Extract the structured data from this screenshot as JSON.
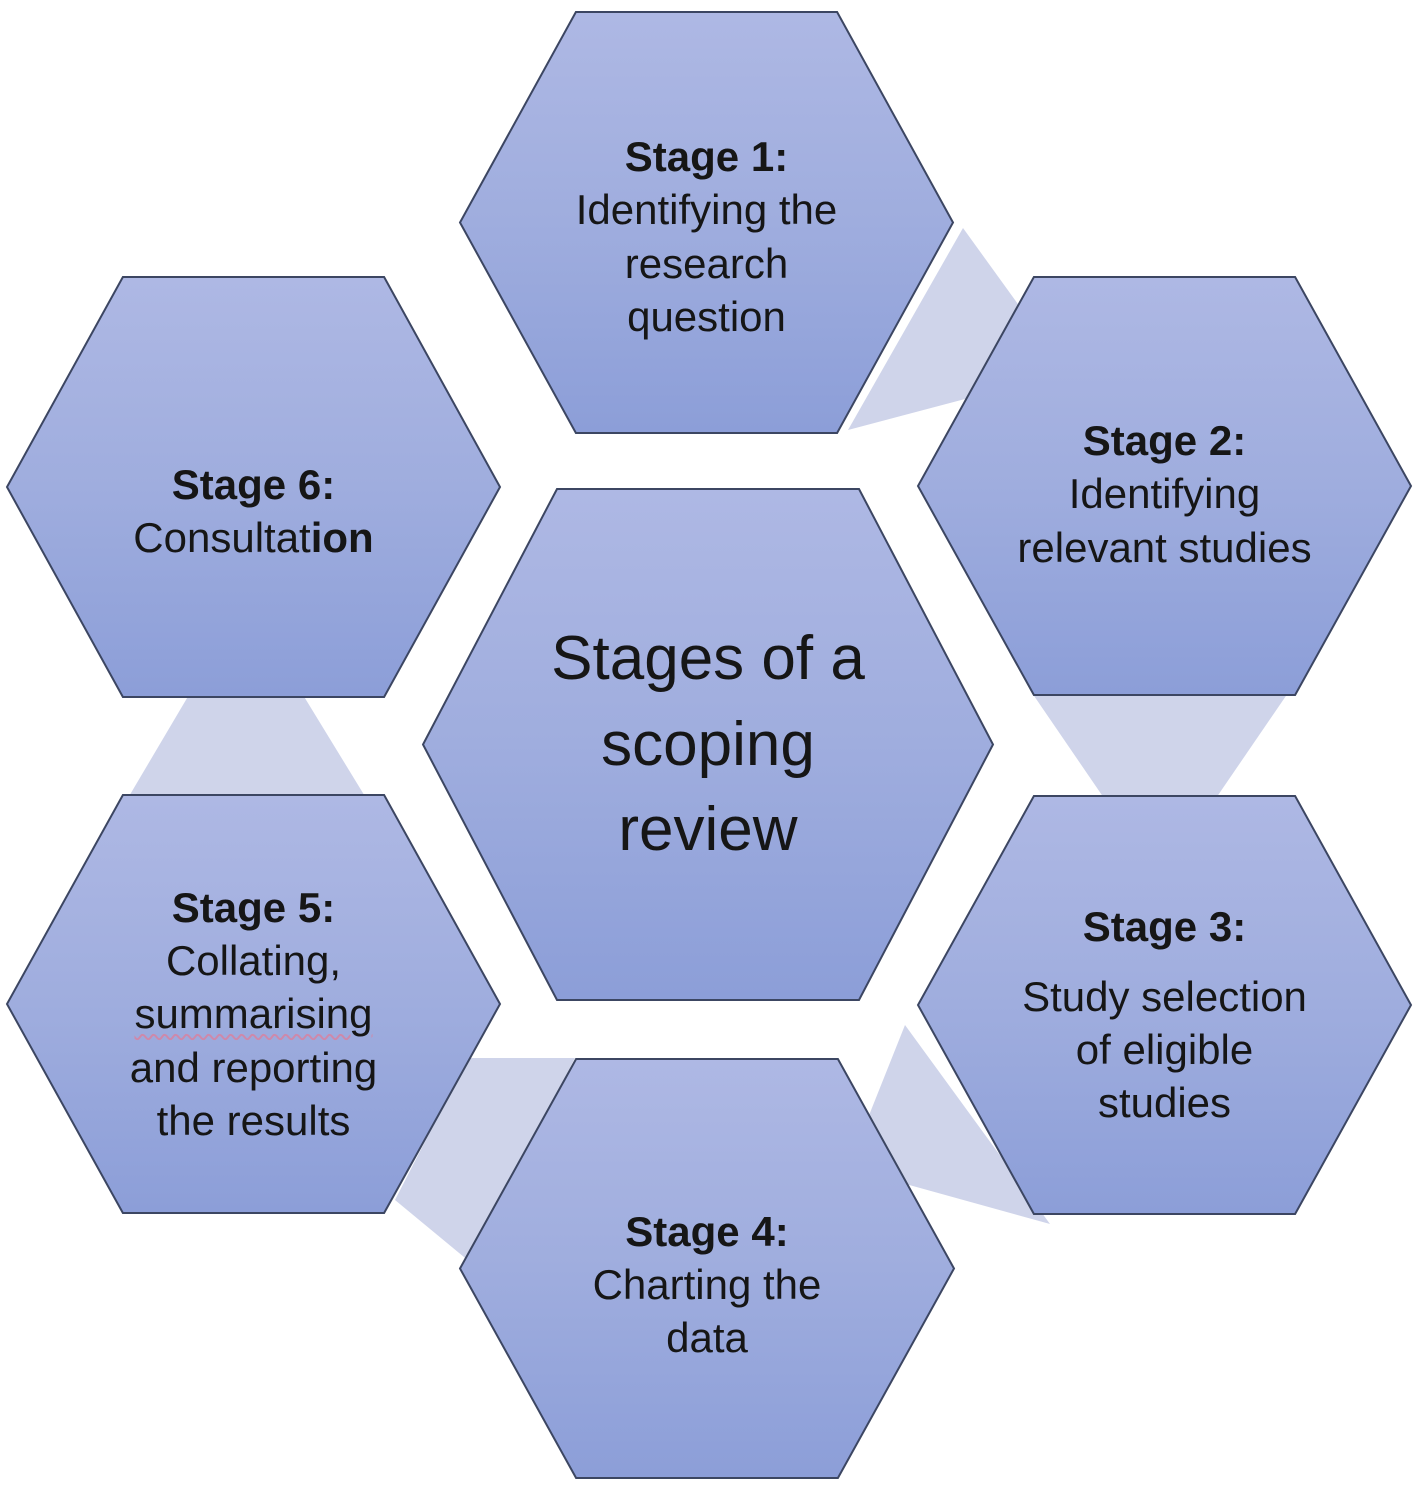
{
  "figure": {
    "center": {
      "text": "Stages of a\nscoping\nreview"
    },
    "stages": [
      {
        "name": "stage-1",
        "title": "Stage 1:",
        "body": "Identifying the\nresearch\nquestion"
      },
      {
        "name": "stage-2",
        "title": "Stage 2:",
        "body": "Identifying\nrelevant studies"
      },
      {
        "name": "stage-3",
        "title": "Stage 3:",
        "body": "Study selection\nof eligible\nstudies"
      },
      {
        "name": "stage-4",
        "title": "Stage 4:",
        "body": "Charting the\ndata"
      },
      {
        "name": "stage-5",
        "title": "Stage 5:",
        "body_line1": "Collating,",
        "body_word_underlined": "summarising",
        "body_rest": "and reporting\nthe results"
      },
      {
        "name": "stage-6",
        "title": "Stage 6:",
        "body_start": "Consultat",
        "body_bold_end": "ion"
      }
    ],
    "colors": {
      "hexagon_fill_top": "#aeb8e4",
      "hexagon_fill_bottom": "#8c9ed8",
      "hexagon_border": "#3c4662",
      "connector_fill": "#cfd4ea",
      "text": "#161616",
      "background": "#ffffff",
      "spellcheck_underline": "#de7d9b"
    }
  }
}
